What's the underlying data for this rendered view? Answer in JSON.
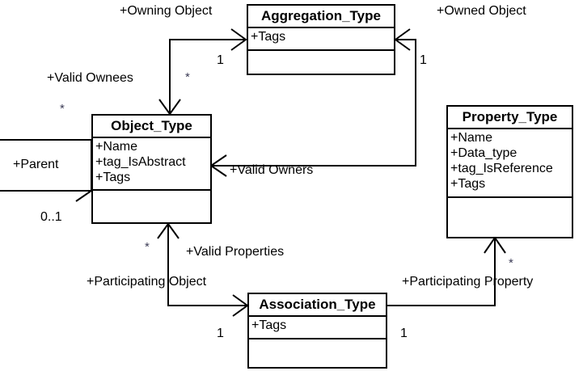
{
  "diagram": {
    "type": "uml-class-diagram",
    "background": "#ffffff",
    "stroke": "#000000"
  },
  "classes": [
    {
      "id": "aggregation_type",
      "name": "Aggregation_Type",
      "attributes": [
        "+Tags"
      ],
      "operations": []
    },
    {
      "id": "object_type",
      "name": "Object_Type",
      "attributes": [
        "+Name",
        "+tag_IsAbstract",
        "+Tags"
      ],
      "operations": []
    },
    {
      "id": "property_type",
      "name": "Property_Type",
      "attributes": [
        "+Name",
        "+Data_type",
        "+tag_IsReference",
        "+Tags"
      ],
      "operations": []
    },
    {
      "id": "association_type",
      "name": "Association_Type",
      "attributes": [
        "+Tags"
      ],
      "operations": []
    }
  ],
  "edge_labels": {
    "owning_object": "+Owning Object",
    "owned_object": "+Owned Object",
    "valid_ownees": "+Valid Ownees",
    "valid_owners": "+Valid Owners",
    "valid_properties": "+Valid Properties",
    "participating_object": "+Participating Object",
    "participating_property": "+Participating Property",
    "parent": "+Parent"
  },
  "multiplicities": {
    "aggregation_left": "1",
    "aggregation_right": "1",
    "parent_loop": "0..1",
    "association_left": "1",
    "association_right": "1"
  },
  "stars": {
    "owning_object_star": "*",
    "valid_ownees_star": "*",
    "valid_properties_star": "*",
    "participating_property_star": "*"
  }
}
